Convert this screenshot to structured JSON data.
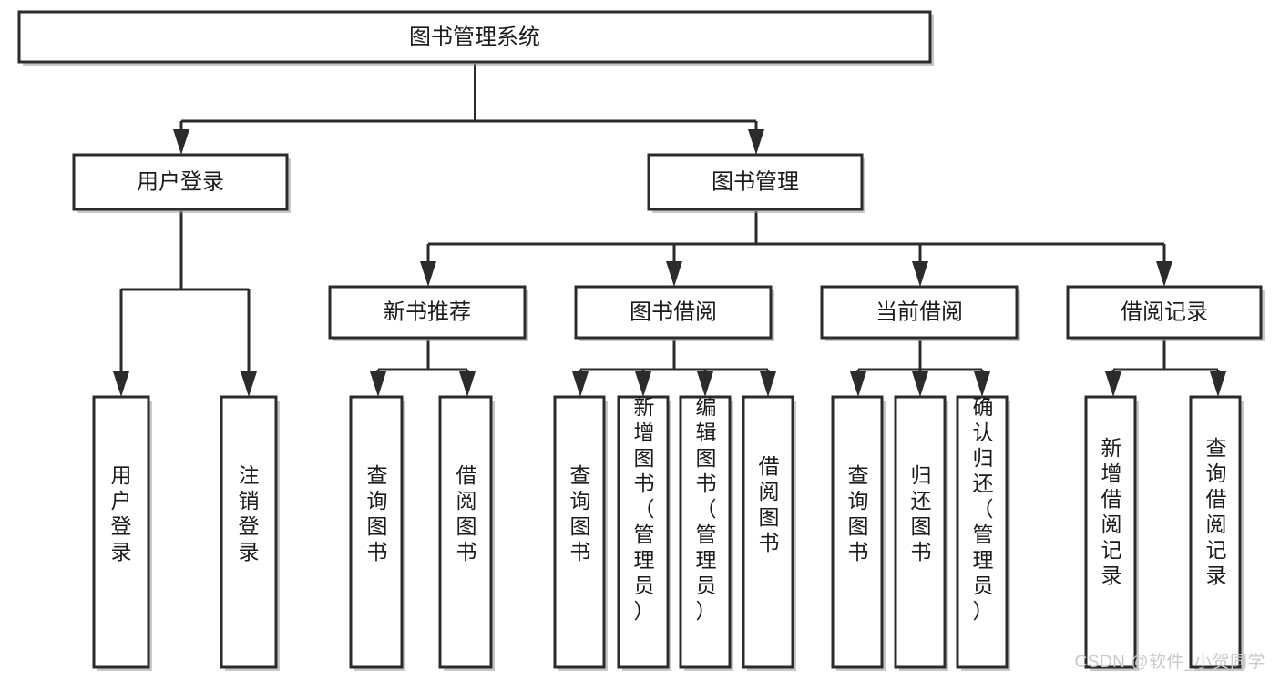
{
  "diagram": {
    "type": "tree",
    "title": "图书管理系统",
    "orientation": "top-down",
    "colors": {
      "box_stroke": "#2b2b2b",
      "box_fill": "#ffffff",
      "connector": "#2b2b2b",
      "text": "#1b1b1b",
      "watermark": "#c9c9c9",
      "background": "#ffffff"
    },
    "root": {
      "label": "图书管理系统",
      "orientation": "horizontal"
    },
    "level2": [
      {
        "id": "user-login",
        "label": "用户登录",
        "orientation": "horizontal"
      },
      {
        "id": "book-management",
        "label": "图书管理",
        "orientation": "horizontal"
      }
    ],
    "level3": [
      {
        "id": "new-book-recommend",
        "label": "新书推荐",
        "parent": "book-management",
        "orientation": "horizontal"
      },
      {
        "id": "book-borrow",
        "label": "图书借阅",
        "parent": "book-management",
        "orientation": "horizontal"
      },
      {
        "id": "current-borrow",
        "label": "当前借阅",
        "parent": "book-management",
        "orientation": "horizontal"
      },
      {
        "id": "borrow-record",
        "label": "借阅记录",
        "parent": "book-management",
        "orientation": "horizontal"
      }
    ],
    "leaves": [
      {
        "id": "leaf-user-login",
        "label": "用户登录",
        "parent": "user-login",
        "orientation": "vertical"
      },
      {
        "id": "leaf-logout-login",
        "label": "注销登录",
        "parent": "user-login",
        "orientation": "vertical"
      },
      {
        "id": "leaf-query-book-1",
        "label": "查询图书",
        "parent": "new-book-recommend",
        "orientation": "vertical"
      },
      {
        "id": "leaf-borrow-book-1",
        "label": "借阅图书",
        "parent": "new-book-recommend",
        "orientation": "vertical"
      },
      {
        "id": "leaf-query-book-2",
        "label": "查询图书",
        "parent": "book-borrow",
        "orientation": "vertical"
      },
      {
        "id": "leaf-add-book",
        "label": "新增图书（管理员）",
        "parent": "book-borrow",
        "orientation": "vertical"
      },
      {
        "id": "leaf-edit-book",
        "label": "编辑图书（管理员）",
        "parent": "book-borrow",
        "orientation": "vertical"
      },
      {
        "id": "leaf-borrow-book-2",
        "label": "借阅图书",
        "parent": "book-borrow",
        "orientation": "vertical"
      },
      {
        "id": "leaf-query-book-3",
        "label": "查询图书",
        "parent": "current-borrow",
        "orientation": "vertical"
      },
      {
        "id": "leaf-return-book",
        "label": "归还图书",
        "parent": "current-borrow",
        "orientation": "vertical"
      },
      {
        "id": "leaf-confirm-return",
        "label": "确认归还（管理员）",
        "parent": "current-borrow",
        "orientation": "vertical"
      },
      {
        "id": "leaf-add-record",
        "label": "新增借阅记录",
        "parent": "borrow-record",
        "orientation": "vertical"
      },
      {
        "id": "leaf-query-record",
        "label": "查询借阅记录",
        "parent": "borrow-record",
        "orientation": "vertical"
      }
    ]
  },
  "watermark": {
    "text": "CSDN @软件_小贺同学"
  }
}
